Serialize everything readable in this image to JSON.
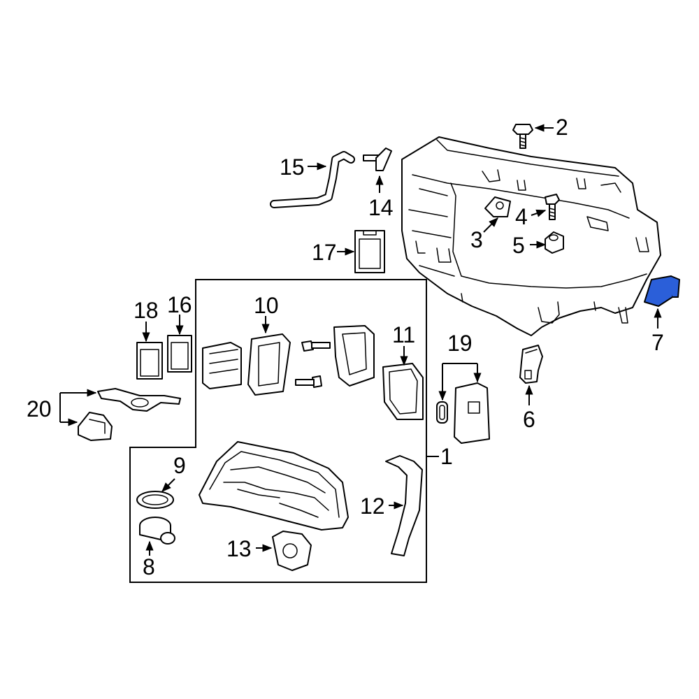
{
  "highlight_color": "#2b5fd9",
  "callouts": {
    "c1": "1",
    "c2": "2",
    "c3": "3",
    "c4": "4",
    "c5": "5",
    "c6": "6",
    "c7": "7",
    "c8": "8",
    "c9": "9",
    "c10": "10",
    "c11": "11",
    "c12": "12",
    "c13": "13",
    "c14": "14",
    "c15": "15",
    "c16": "16",
    "c17": "17",
    "c18": "18",
    "c19": "19",
    "c20": "20"
  },
  "highlighted_part": "7"
}
